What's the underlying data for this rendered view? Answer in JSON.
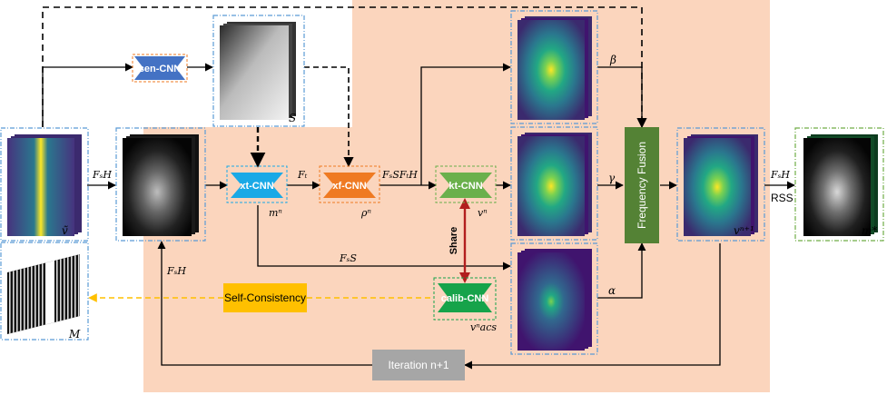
{
  "nodes": {
    "sen_cnn": "sen-CNN",
    "xt_cnn": "xt-CNN",
    "xf_cnn": "xf-CNN",
    "kt_cnn": "kt-CNN",
    "calib_cnn": "calib-CNN",
    "frequency_fusion": "Frequency Fusion",
    "self_consistency": "Self-Consistency",
    "iteration": "Iteration n+1",
    "share": "Share"
  },
  "labels": {
    "sensitivity": "S",
    "v_tilde": "ṽ",
    "mask": "M",
    "m_n": "mⁿ",
    "rho_n": "ρⁿ",
    "v_n": "vⁿ",
    "v_acs": "vⁿacs",
    "v_n1": "vⁿ⁺¹",
    "m_star": "m*",
    "beta": "β",
    "gamma": "γ",
    "alpha": "α",
    "fsh_input": "FₛH",
    "ft": "Fₜ",
    "fs_s_ft": "FₛSFₜH",
    "fs_s": "FₛS",
    "fsh_loop": "FₛH",
    "fsh_out": "FₛH",
    "rss": "RSS"
  },
  "colors": {
    "region_bg": "#fbd5bd",
    "sen": "#4472c4",
    "xt": "#1aa9e6",
    "xf": "#ef7a22",
    "kt": "#6ab04c",
    "calib": "#16a34a",
    "fusion": "#548235",
    "self_consistency": "#ffc000",
    "iteration": "#a6a6a6",
    "share": "#b21e1e"
  }
}
